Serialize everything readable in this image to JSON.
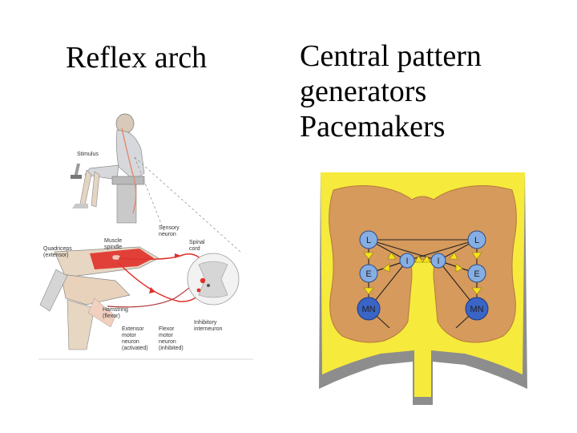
{
  "titles": {
    "left": "Reflex arch",
    "right_lines": [
      "Central pattern",
      "generators",
      "Pacemakers"
    ]
  },
  "reflex_labels": {
    "stimulus": "Stimulus",
    "sensory_neuron_1": "Sensory",
    "sensory_neuron_2": "neuron",
    "muscle_spindle_1": "Muscle",
    "muscle_spindle_2": "spindle",
    "quadriceps_1": "Quadriceps",
    "quadriceps_2": "(extensor)",
    "spinal_cord_1": "Spinal",
    "spinal_cord_2": "cord",
    "hamstring_1": "Hamstring",
    "hamstring_2": "(flexor)",
    "inhibitory_1": "Inhibitory",
    "inhibitory_2": "interneuron",
    "extensor_1": "Extensor",
    "extensor_2": "motor",
    "extensor_3": "neuron",
    "extensor_4": "(activated)",
    "flexor_1": "Flexor",
    "flexor_2": "motor",
    "flexor_3": "neuron",
    "flexor_4": "(inhibited)"
  },
  "cpg_nodes": {
    "l_left": "L",
    "l_right": "L",
    "i_left": "I",
    "i_right": "I",
    "e_left": "E",
    "e_right": "E",
    "mn_left": "MN",
    "mn_right": "MN"
  },
  "colors": {
    "white_matter": "#f6ea3c",
    "grey_matter": "#d69a5c",
    "outer_rim": "#8d8d8d",
    "node_fill": "#86aee3",
    "mn_fill": "#3a64c6",
    "muscle_red": "#e0302a"
  }
}
